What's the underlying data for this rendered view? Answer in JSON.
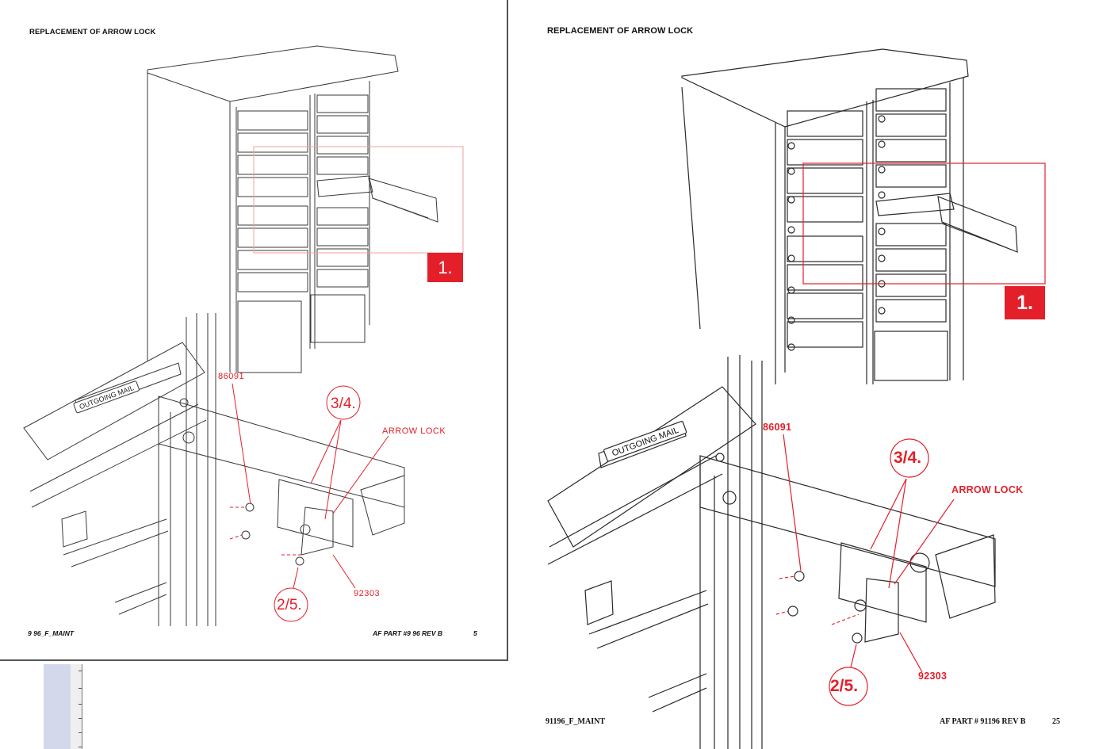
{
  "left_page": {
    "header": "REPLACEMENT OF ARROW LOCK",
    "callout_1": "1.",
    "part_86091": "86091",
    "step_34": "3/4.",
    "arrow_lock": "ARROW LOCK",
    "part_92303": "92303",
    "step_25": "2/5.",
    "sign_text": "OUTGOING MAIL",
    "footer_left": "9  96_F_MAINT",
    "footer_mid": "AF PART #9  96 REV B",
    "footer_page": "5"
  },
  "right_page": {
    "header": "REPLACEMENT OF ARROW LOCK",
    "callout_1": "1.",
    "part_86091": "86091",
    "step_34": "3/4.",
    "arrow_lock": "ARROW LOCK",
    "part_92303": "92303",
    "step_25": "2/5.",
    "sign_text": "OUTGOING MAIL",
    "footer_left": "91196_F_MAINT",
    "footer_mid": "AF PART # 91196 REV B",
    "footer_page": "25"
  },
  "colors": {
    "accent_red": "#e3202a",
    "panel_blue": "#d3d9ea"
  }
}
